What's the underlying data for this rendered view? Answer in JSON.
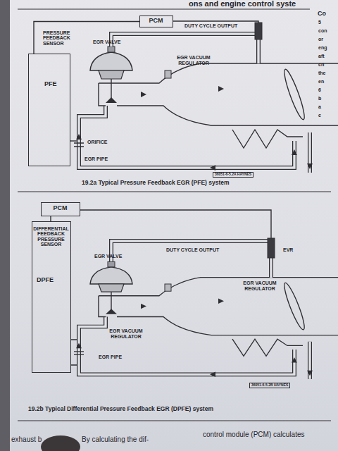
{
  "diagram": {
    "nodes": [
      {
        "text": [
          "PCM"
        ]
      },
      {
        "text": [
          "PRESSURE FEEDBACK SENSOR",
          "PFE"
        ]
      },
      {
        "text": [
          "PCM"
        ]
      },
      {
        "text": [
          "DIFFERENTIAL FEEDBACK PRESSURE SENSOR",
          "DPFE"
        ]
      }
    ],
    "edges": [
      {
        "from": 0,
        "to": 1,
        "arrow": "none"
      },
      {
        "from": 2,
        "to": 3,
        "arrow": "none"
      }
    ],
    "labels": [
      "ons and engine control syste",
      "DUTY CYCLE OUTPUT",
      "EGR VALVE",
      "EGR VACUUM REGULATOR",
      "ORIFICE",
      "EGR PIPE",
      "36051-6-5.2A HAYNES",
      "19.2a Typical Pressure Feedback EGR (PFE) system",
      "DUTY CYCLE OUTPUT",
      "EVR",
      "EGR VACUUM REGULATOR",
      "EGR VALVE",
      "EGR VACUUM REGULATOR",
      "EGR PIPE",
      "36051-6-5.2B HAYNES",
      "19.2b Typical Differential Pressure Feedback EGR (DPFE) system",
      "Co",
      "5",
      "con",
      "or",
      "eng",
      "aft",
      "cri",
      "the",
      "en",
      "6",
      "b",
      "a",
      "c",
      "exhaust b",
      "By calculating the dif-",
      "control module (PCM) calculates"
    ]
  }
}
